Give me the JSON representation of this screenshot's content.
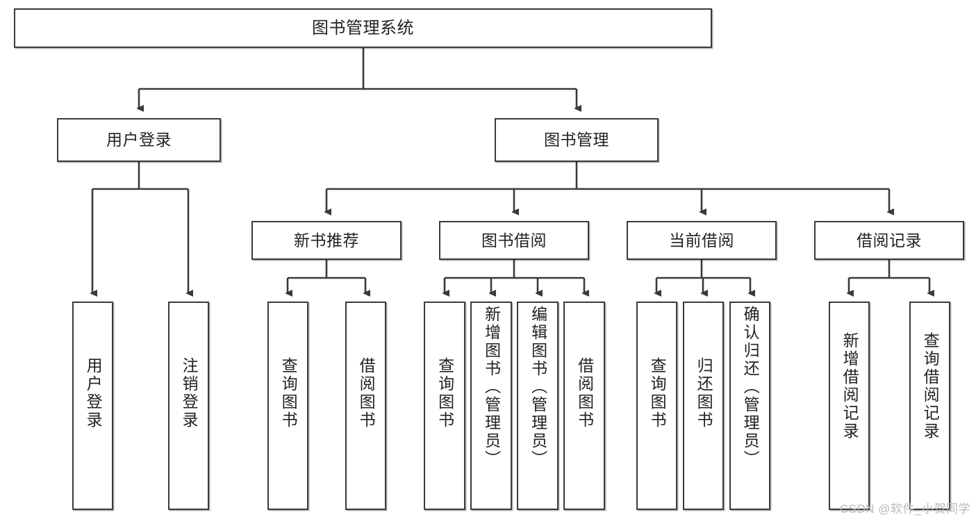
{
  "diagram": {
    "kind": "function-tree",
    "title_node": {
      "id": "root",
      "label": "图书管理系统"
    },
    "level1": [
      {
        "id": "login",
        "label": "用户登录"
      },
      {
        "id": "bookmgr",
        "label": "图书管理"
      }
    ],
    "level2": [
      {
        "id": "newbook",
        "label": "新书推荐",
        "parent": "bookmgr"
      },
      {
        "id": "borrow",
        "label": "图书借阅",
        "parent": "bookmgr"
      },
      {
        "id": "current",
        "label": "当前借阅",
        "parent": "bookmgr"
      },
      {
        "id": "records",
        "label": "借阅记录",
        "parent": "bookmgr"
      }
    ],
    "leaves": {
      "login": [
        {
          "id": "user-login",
          "label": "用户登录"
        },
        {
          "id": "user-logout",
          "label": "注销登录"
        }
      ],
      "newbook": [
        {
          "id": "nb-query",
          "label": "查询图书"
        },
        {
          "id": "nb-borrow",
          "label": "借阅图书"
        }
      ],
      "borrow": [
        {
          "id": "bk-query",
          "label": "查询图书"
        },
        {
          "id": "bk-add",
          "label": "新增图书（管理员）"
        },
        {
          "id": "bk-edit",
          "label": "编辑图书（管理员）"
        },
        {
          "id": "bk-borrow",
          "label": "借阅图书"
        }
      ],
      "current": [
        {
          "id": "cur-query",
          "label": "查询图书"
        },
        {
          "id": "cur-return",
          "label": "归还图书"
        },
        {
          "id": "cur-confirm",
          "label": "确认归还（管理员）"
        }
      ],
      "records": [
        {
          "id": "rec-add",
          "label": "新增借阅记录"
        },
        {
          "id": "rec-query",
          "label": "查询借阅记录"
        }
      ]
    }
  },
  "watermark": {
    "text": "CSDN @软件_小贺同学"
  },
  "colors": {
    "stroke": "#3a3a3a",
    "fill": "#ffffff",
    "text": "#222222",
    "watermark": "#b9b9b9"
  }
}
